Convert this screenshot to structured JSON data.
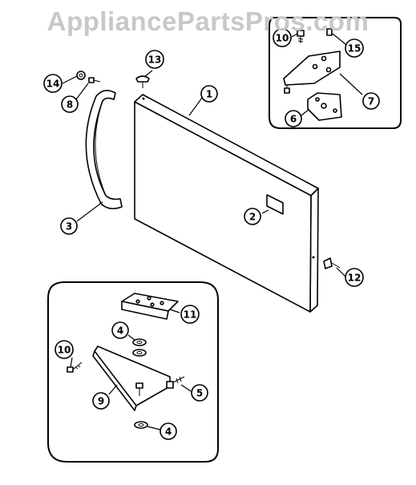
{
  "watermark": "AppliancePartsPros.com",
  "callouts": {
    "c1": "1",
    "c2": "2",
    "c3": "3",
    "c4a": "4",
    "c4b": "4",
    "c5": "5",
    "c6": "6",
    "c7": "7",
    "c8": "8",
    "c9": "9",
    "c10a": "10",
    "c10b": "10",
    "c11": "11",
    "c12": "12",
    "c13": "13",
    "c14": "14",
    "c15": "15"
  }
}
